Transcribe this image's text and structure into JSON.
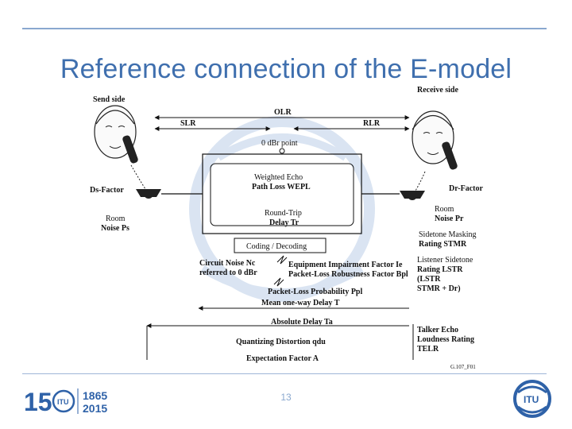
{
  "slide": {
    "title": "Reference connection of the E-model",
    "page_number": "13"
  },
  "diagram": {
    "send_side": "Send side",
    "receive_side": "Receive side",
    "olr": "OLR",
    "slr": "SLR",
    "rlr": "RLR",
    "zero_dbr_point": "0 dBr point",
    "ds_factor": "Ds-Factor",
    "dr_factor": "Dr-Factor",
    "room_noise_ps_1": "Room",
    "room_noise_ps_2": "Noise Ps",
    "room_noise_pr_1": "Room",
    "room_noise_pr_2": "Noise Pr",
    "weighted_echo_1": "Weighted Echo",
    "weighted_echo_2": "Path Loss WEPL",
    "round_trip_1": "Round-Trip",
    "round_trip_2": "Delay Tr",
    "coding_decoding": "Coding / Decoding",
    "circuit_noise_1": "Circuit Noise Nc",
    "circuit_noise_2": "referred to 0 dBr",
    "equipment_impairment": "Equipment Impairment Factor Ie",
    "packet_loss_robustness": "Packet-Loss Robustness Factor Bpl",
    "packet_loss_probability": "Packet-Loss Probability Ppl",
    "mean_one_way_delay": "Mean one-way Delay T",
    "absolute_delay": "Absolute Delay Ta",
    "quantizing_distortion": "Quantizing Distortion qdu",
    "expectation_factor": "Expectation Factor A",
    "sidetone_masking_1": "Sidetone Masking",
    "sidetone_masking_2": "Rating STMR",
    "listener_sidetone_1": "Listener Sidetone",
    "listener_sidetone_2": "Rating LSTR",
    "listener_sidetone_3": "(LSTR",
    "listener_sidetone_4": "STMR + Dr)",
    "talker_echo_1": "Talker Echo",
    "talker_echo_2": "Loudness Rating",
    "talker_echo_3": "TELR",
    "figure_ref": "G.107_F01"
  },
  "logos": {
    "left_line1": "1865",
    "left_line2": "2015",
    "left_big": "15",
    "itu": "ITU"
  },
  "colors": {
    "title": "#3f6fae",
    "rule": "#8aa8cf",
    "watermark": "#d7e2f1",
    "logo_blue": "#2f62a8"
  }
}
